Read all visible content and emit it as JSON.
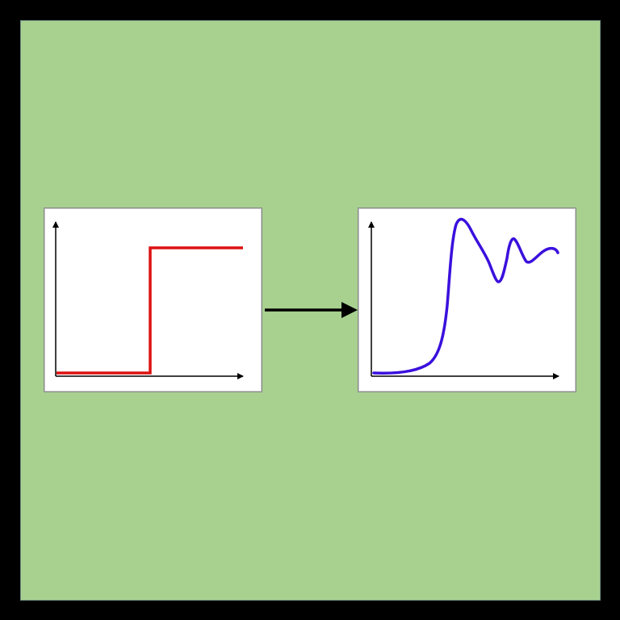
{
  "colors": {
    "outer_border": "#000000",
    "background": "#a8d190",
    "panel_background": "#ffffff",
    "panel_border": "#8a8a8a",
    "axis": "#000000",
    "input_signal": "#dd1111",
    "output_signal": "#3a10dd",
    "arrow": "#000000"
  },
  "diagram": {
    "nodes": [
      {
        "id": "input",
        "shape": "rectangle",
        "content": "step-function-plot"
      },
      {
        "id": "output",
        "shape": "rectangle",
        "content": "damped-oscillation-step-response-plot"
      }
    ],
    "edges": [
      {
        "from": "input",
        "to": "output",
        "style": "solid-arrow"
      }
    ]
  }
}
